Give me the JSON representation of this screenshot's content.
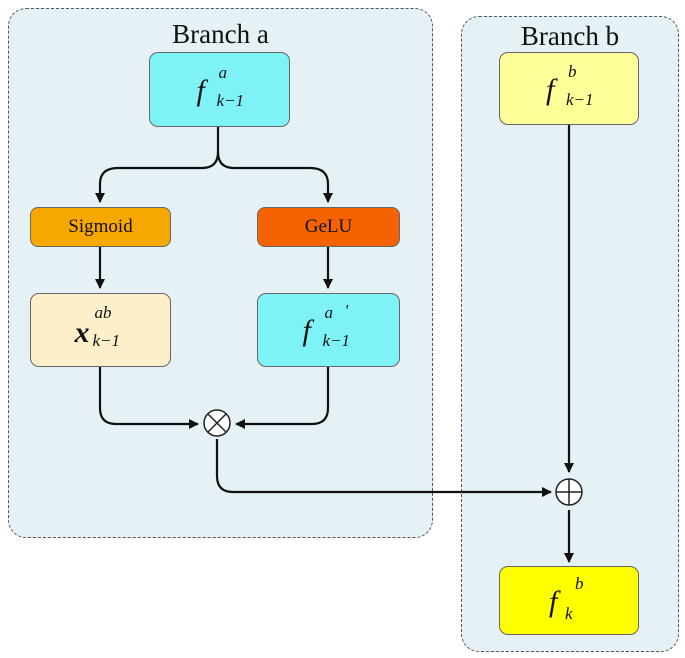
{
  "branch_a": {
    "title": "Branch a",
    "input": {
      "base": "f",
      "sup": "a",
      "sub": "k−1"
    },
    "sigmoid": "Sigmoid",
    "gelu": "GeLU",
    "x_node": {
      "base": "x",
      "sup": "ab",
      "sub": "k−1"
    },
    "f_prime_node": {
      "base": "f",
      "sup": "a",
      "prime": "'",
      "sub": "k−1"
    }
  },
  "branch_b": {
    "title": "Branch b",
    "input": {
      "base": "f",
      "sup": "b",
      "sub": "k−1"
    },
    "output": {
      "base": "f",
      "sup": "b",
      "sub": "k"
    }
  },
  "operators": {
    "multiply": "⊗",
    "add": "⊕"
  },
  "colors": {
    "panel_bg": "#e6f1f6",
    "cyan": "#7df2f7",
    "light_yellow": "#ffff99",
    "yellow": "#ffff00",
    "orange": "#f7a800",
    "red_orange": "#f56300",
    "cream": "#fcefc9"
  }
}
